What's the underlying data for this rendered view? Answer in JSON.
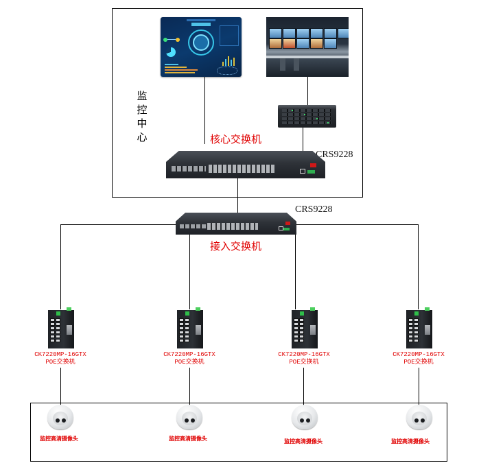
{
  "monitoring_center": {
    "title_chars": [
      "监",
      "控",
      "中",
      "心"
    ],
    "core_switch_label": "核心交换机",
    "core_switch_model": "CRS9228",
    "devices": [
      "dashboard-screen",
      "video-wall",
      "nvr-storage",
      "core-switch"
    ]
  },
  "access_layer": {
    "access_switch_label": "接入交换机",
    "access_switch_model": "CRS9228"
  },
  "poe_switches": [
    {
      "model": "CK7220MP-16GTX",
      "type": "POE交换机"
    },
    {
      "model": "CK7220MP-16GTX",
      "type": "POE交换机"
    },
    {
      "model": "CK7220MP-16GTX",
      "type": "POE交换机"
    },
    {
      "model": "CK7220MP-16GTX",
      "type": "POE交换机"
    }
  ],
  "cameras": [
    {
      "label": "监控高清摄像头"
    },
    {
      "label": "监控高清摄像头"
    },
    {
      "label": "监控高清摄像头"
    },
    {
      "label": "监控高清摄像头"
    }
  ],
  "colors": {
    "label_red": "#e00000",
    "line": "#000000"
  }
}
